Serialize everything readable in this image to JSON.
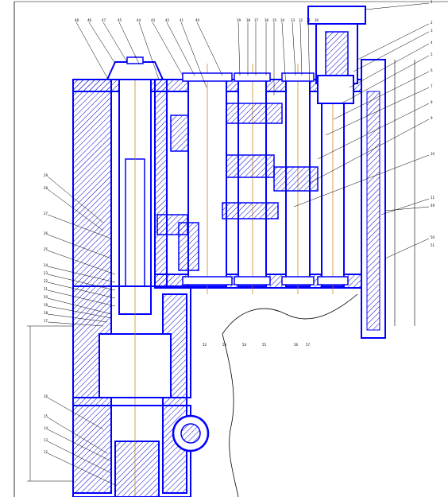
{
  "drawing": {
    "type": "gearbox-section",
    "colors": {
      "outline": "#0000ff",
      "leader": "#000000",
      "centerline": "#c87800",
      "hatch": "#0000cc",
      "background": "#ffffff"
    },
    "callouts_top": [
      "48",
      "46",
      "47",
      "45",
      "44",
      "43",
      "42",
      "41",
      "40",
      "39",
      "38",
      "37",
      "36",
      "35",
      "34",
      "33",
      "32",
      "31",
      "30"
    ],
    "callouts_left": [
      "29",
      "28",
      "27",
      "26",
      "25",
      "24",
      "23",
      "22",
      "21",
      "20",
      "19",
      "18",
      "17",
      "16",
      "15",
      "14",
      "13",
      "12"
    ],
    "callouts_right": [
      "1",
      "2",
      "3",
      "4",
      "5",
      "6",
      "7",
      "8",
      "9",
      "10",
      "11",
      "49",
      "50",
      "51"
    ],
    "callouts_bottom": [
      "52",
      "53",
      "54",
      "55",
      "56",
      "57"
    ]
  }
}
